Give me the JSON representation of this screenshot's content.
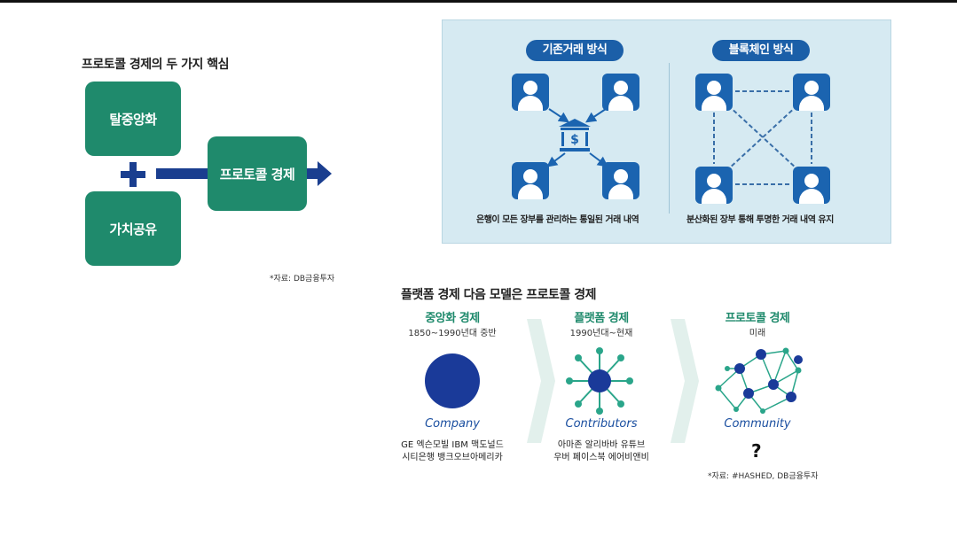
{
  "left": {
    "title": "프로토콜 경제의 두 가지 핵심",
    "box1": "탈중앙화",
    "box2": "가치공유",
    "result": "프로토콜 경제",
    "source": "*자료: DB금융투자"
  },
  "panel": {
    "left_pill": "기존거래 방식",
    "right_pill": "블록체인 방식",
    "left_caption": "은행이 모든 장부를 관리하는 통일된 거래 내역",
    "right_caption": "분산화된 장부 통해 투명한 거래 내역 유지",
    "bank_symbol": "$"
  },
  "bottom": {
    "title": "플랫폼 경제 다음 모델은 프로토콜 경제",
    "columns": [
      {
        "heading": "중앙화 경제",
        "period": "1850~1990년대 중반",
        "label": "Company",
        "examples_1": "GE  엑슨모빌  IBM  맥도널드",
        "examples_2": "시티은행  뱅크오브아메리카"
      },
      {
        "heading": "플랫폼 경제",
        "period": "1990년대~현재",
        "label": "Contributors",
        "examples_1": "아마존  알리바바  유튜브",
        "examples_2": "우버  페이스북  에어비앤비"
      },
      {
        "heading": "프로토콜 경제",
        "period": "미래",
        "label": "Community"
      }
    ],
    "unknown": "?",
    "source": "*자료: #HASHED, DB금융투자"
  },
  "colors": {
    "green": "#1f8a6c",
    "navy": "#1a3e8f",
    "panel_bg": "#d6eaf2",
    "blue": "#1b64b0",
    "teal": "#2aa58a"
  }
}
